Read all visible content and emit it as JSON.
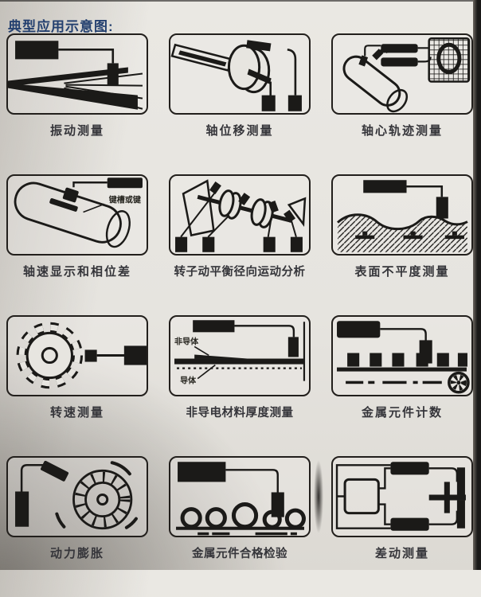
{
  "page": {
    "title": "典型应用示意图:"
  },
  "colors": {
    "ink": "#1b1a18",
    "paper": "#e7e5e0",
    "title_text": "#24406f",
    "photo_edge": "#1a1918"
  },
  "panels": [
    {
      "name": "vibration-measurement",
      "caption": "振动测量"
    },
    {
      "name": "shaft-displacement-measurement",
      "caption": "轴位移测量"
    },
    {
      "name": "shaft-orbit-measurement",
      "caption": "轴心轨迹测量"
    },
    {
      "name": "shaft-speed-and-phase",
      "caption": "轴速显示和相位差",
      "label": "键槽或键"
    },
    {
      "name": "rotor-balance-radial-analysis",
      "caption": "转子动平衡径向运动分析"
    },
    {
      "name": "surface-flatness-measurement",
      "caption": "表面不平度测量"
    },
    {
      "name": "rpm-measurement",
      "caption": "转速测量"
    },
    {
      "name": "nonconductive-thickness-measurement",
      "caption": "非导电材料厚度测量",
      "labels": {
        "top": "非导体",
        "bottom": "导体"
      }
    },
    {
      "name": "metal-part-counting",
      "caption": "金属元件计数"
    },
    {
      "name": "dynamic-expansion",
      "caption": "动力膨胀"
    },
    {
      "name": "metal-part-inspection",
      "caption": "金属元件合格检验"
    },
    {
      "name": "differential-measurement",
      "caption": "差动测量"
    }
  ]
}
